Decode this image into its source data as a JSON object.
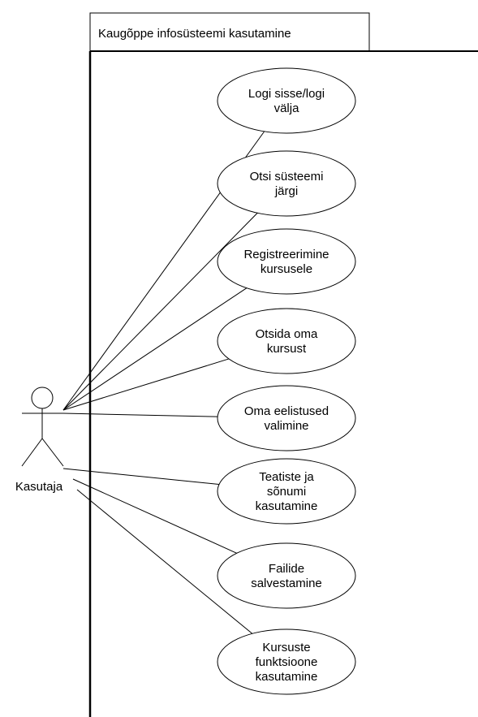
{
  "system_boundary": {
    "title": "Kaugõppe infosüsteemi kasutamine"
  },
  "actor": {
    "name": "Kasutaja"
  },
  "use_cases": [
    {
      "lines": [
        "Logi sisse/logi",
        "välja"
      ]
    },
    {
      "lines": [
        "Otsi süsteemi",
        "järgi"
      ]
    },
    {
      "lines": [
        "Registreerimine",
        "kursusele"
      ]
    },
    {
      "lines": [
        "Otsida oma",
        "kursust"
      ]
    },
    {
      "lines": [
        "Oma eelistused",
        "valimine"
      ]
    },
    {
      "lines": [
        "Teatiste ja",
        "sõnumi",
        "kasutamine"
      ]
    },
    {
      "lines": [
        "Failide",
        "salvestamine"
      ]
    },
    {
      "lines": [
        "Kursuste",
        "funktsioone",
        "kasutamine"
      ]
    }
  ]
}
